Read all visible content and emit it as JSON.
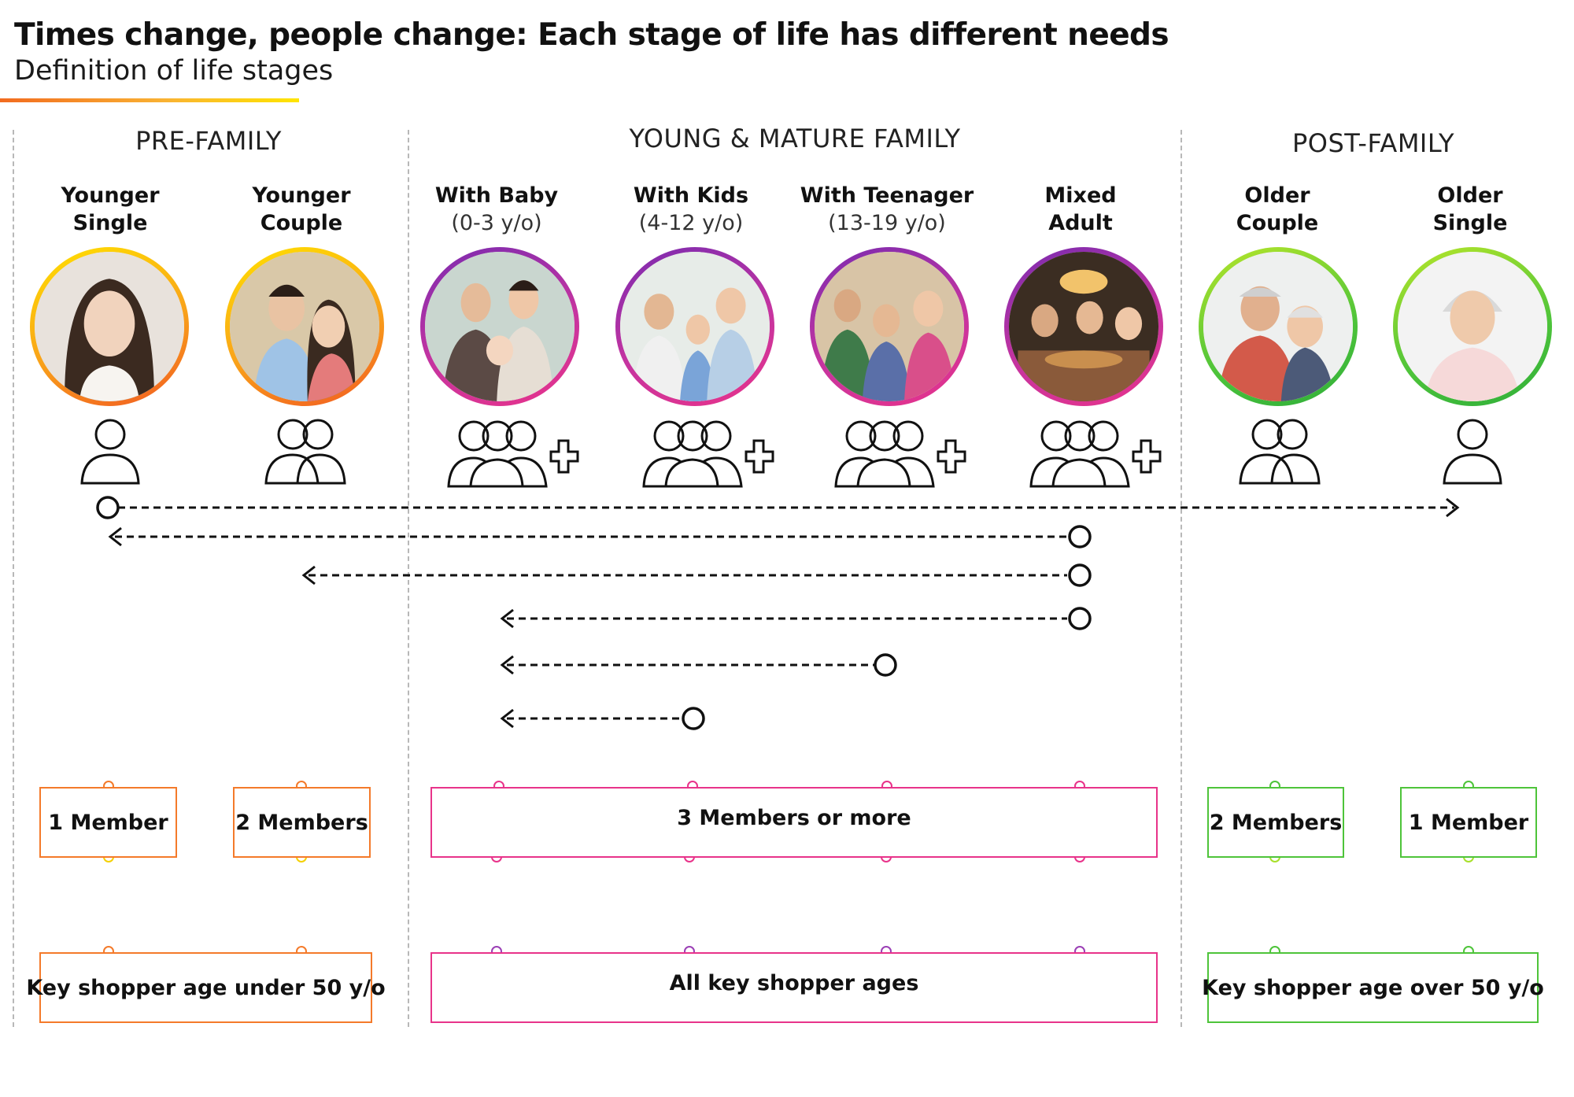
{
  "header": {
    "title": "Times change, people change: Each stage of life has different needs",
    "subtitle": "Definition of life stages"
  },
  "groups": {
    "pre_family": "PRE-FAMILY",
    "young_mature_family": "YOUNG & MATURE FAMILY",
    "post_family": "POST-FAMILY"
  },
  "stages": [
    {
      "line1": "Younger",
      "line2": "Single",
      "icon": "single-person-icon"
    },
    {
      "line1": "Younger",
      "line2": "Couple",
      "icon": "two-people-icon"
    },
    {
      "line1": "With Baby",
      "age": "(0-3 y/o)",
      "icon": "group-plus-icon"
    },
    {
      "line1": "With Kids",
      "age": "(4-12 y/o)",
      "icon": "group-plus-icon"
    },
    {
      "line1": "With Teenager",
      "age": "(13-19 y/o)",
      "icon": "group-plus-icon"
    },
    {
      "line1": "Mixed",
      "line2": "Adult",
      "icon": "group-plus-icon"
    },
    {
      "line1": "Older",
      "line2": "Couple",
      "icon": "two-people-icon"
    },
    {
      "line1": "Older",
      "line2": "Single",
      "icon": "single-person-icon"
    }
  ],
  "member_boxes": {
    "younger_single": "1 Member",
    "younger_couple": "2 Members",
    "family": "3 Members or more",
    "older_couple": "2 Members",
    "older_single": "1 Member"
  },
  "age_boxes": {
    "pre_family": "Key shopper age under 50 y/o",
    "family": "All key shopper ages",
    "post_family": "Key shopper age over 50 y/o"
  },
  "colors": {
    "orange": "#f47a2a",
    "yellow": "#f4d000",
    "pink": "#e8338a",
    "purple": "#9b3fb5",
    "green": "#4ec43a",
    "lime": "#a8e02a"
  }
}
